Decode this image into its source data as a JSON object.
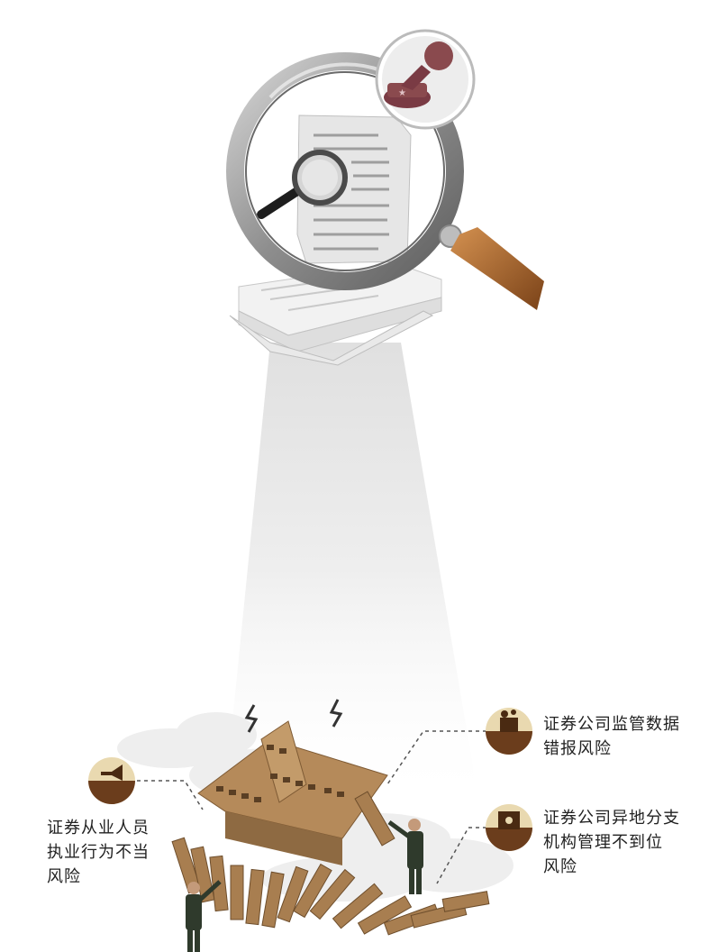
{
  "illustration": {
    "palette": {
      "magnifier_frame": "#9a9a9a",
      "magnifier_handle": "#b06a2c",
      "stamp": "#8a4a4e",
      "paper": "#e9e9e9",
      "light_beam": "#d9d9d9",
      "blocks": "#b58a5a",
      "badge_brown": "#6b3d1c",
      "badge_gold": "#e9d9b0",
      "figure_suit": "#2f3a2c"
    },
    "icons": [
      "magnifier-icon",
      "stamp-icon",
      "document-icon",
      "megaphone-icon",
      "data-terminal-icon",
      "safe-icon"
    ]
  },
  "callouts": {
    "left": {
      "icon": "megaphone-icon",
      "lines": [
        "证券从业人员",
        "执业行为不当",
        "风险"
      ]
    },
    "top_right": {
      "icon": "data-terminal-icon",
      "lines": [
        "证券公司监管数据",
        "错报风险"
      ]
    },
    "bottom_right": {
      "icon": "safe-icon",
      "lines": [
        "证券公司异地分支",
        "机构管理不到位",
        "风险"
      ]
    }
  }
}
